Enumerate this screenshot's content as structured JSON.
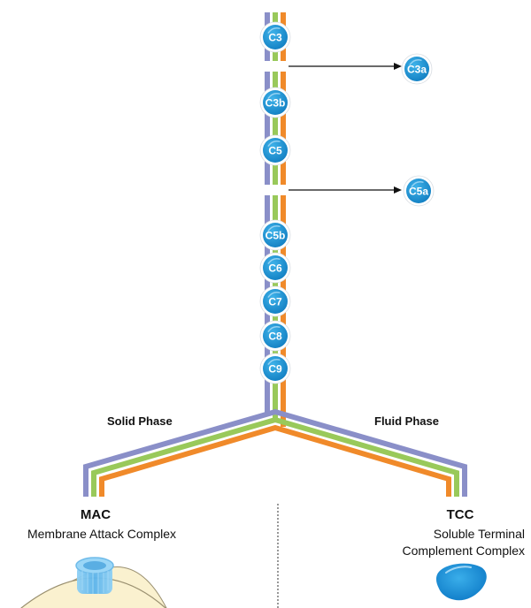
{
  "title": "Terminal complement pathway",
  "colors": {
    "stripe_purple": "#8a8fc8",
    "stripe_green": "#99c95a",
    "stripe_orange": "#f08a2a",
    "node_fill": "#1c97d6",
    "node_border": "#ffffff",
    "membrane_fill": "#faf1cf",
    "pore_fill": "#7cc4f0",
    "tcc_fill": "#1c8fd6"
  },
  "chain_nodes": [
    {
      "id": "c3",
      "label": "C3"
    },
    {
      "id": "c3b",
      "label": "C3b"
    },
    {
      "id": "c5",
      "label": "C5"
    },
    {
      "id": "c5b",
      "label": "C5b"
    },
    {
      "id": "c6",
      "label": "C6"
    },
    {
      "id": "c7",
      "label": "C7"
    },
    {
      "id": "c8",
      "label": "C8"
    },
    {
      "id": "c9",
      "label": "C9"
    }
  ],
  "cleavage_products": [
    {
      "id": "c3a",
      "label": "C3a",
      "from": "C3"
    },
    {
      "id": "c5a",
      "label": "C5a",
      "from": "C5"
    }
  ],
  "phases": {
    "solid": "Solid Phase",
    "fluid": "Fluid Phase"
  },
  "outcomes": {
    "mac": {
      "abbr": "MAC",
      "name": "Membrane Attack Complex"
    },
    "tcc": {
      "abbr": "TCC",
      "name_line1": "Soluble Terminal",
      "name_line2": "Complement Complex"
    }
  }
}
